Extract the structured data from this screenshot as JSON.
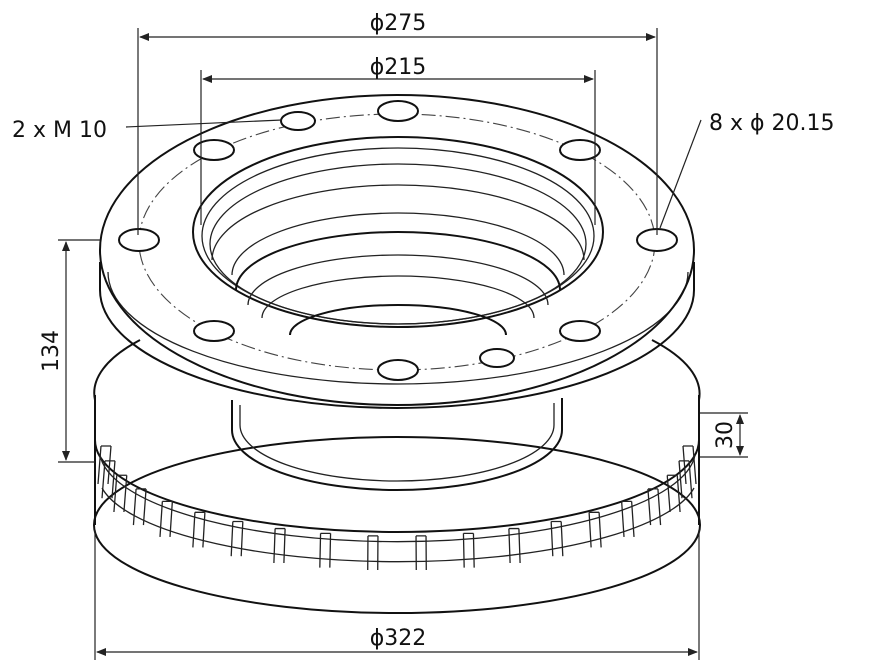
{
  "dimensions": {
    "bolt_circle": "ϕ275",
    "hub_bore": "ϕ215",
    "outer_diameter": "ϕ322",
    "height": "134",
    "disc_thickness": "30"
  },
  "callouts": {
    "threaded_holes": "2 x M 10",
    "mounting_holes": "8 x ϕ 20.15"
  }
}
